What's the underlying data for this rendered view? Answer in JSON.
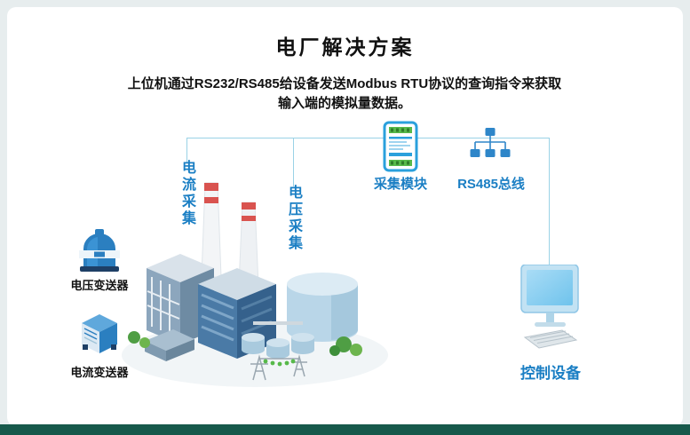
{
  "page": {
    "title": "电厂解决方案",
    "description_line1": "上位机通过RS232/RS485给设备发送Modbus RTU协议的查询指令来获取",
    "description_line2": "输入端的模拟量数据。"
  },
  "diagram": {
    "labels": {
      "current_collection": "电流采集",
      "voltage_collection": "电压采集",
      "acquisition_module": "采集模块",
      "rs485_bus": "RS485总线",
      "control_device": "控制设备",
      "voltage_transmitter": "电压变送器",
      "current_transmitter": "电流变送器"
    },
    "colors": {
      "accent_blue": "#1b7fc4",
      "line_blue": "#9ad2e6",
      "footer_green": "#17594b"
    }
  }
}
